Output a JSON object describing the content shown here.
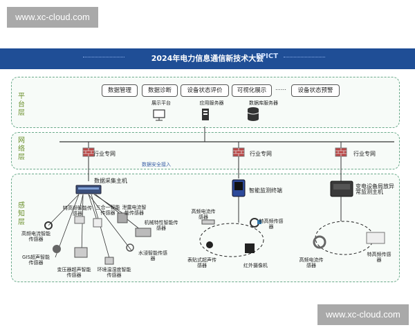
{
  "watermarks": {
    "top": "www.xc-cloud.com",
    "bottom": "www.xc-cloud.com"
  },
  "banner": {
    "title": "2024年电力信息通信新技术大会",
    "logo": "EPICT"
  },
  "layers": {
    "platform": "平台层",
    "network": "网络层",
    "perception": "感知层"
  },
  "platform": {
    "functions": [
      "数据管理",
      "数据诊断",
      "设备状态评价",
      "可视化展示",
      "……",
      "设备状态预警"
    ],
    "servers": [
      "展示平台",
      "应用服务器",
      "数据库服务器"
    ]
  },
  "network": {
    "links": [
      "行业专网",
      "行业专网",
      "行业专网"
    ],
    "security": "数据安全接入"
  },
  "perception": {
    "host1": "数据采集主机",
    "host2": "智能监测终端",
    "host3": "变电设备局放异常监测主机",
    "sensors": {
      "s1": "特高频智能传感器",
      "s2": "三合一智能传感器",
      "s3": "泄露电流智能传感器",
      "s4": "高频电流智能传感器",
      "s5": "机械特性智能传感器",
      "s6": "GIS超声智能传感器",
      "s7": "水浸智能传感器",
      "s8": "变压器超声智能传感器",
      "s9": "环境温湿度智能传感器",
      "s10": "高频电流传感器",
      "s11": "特高频传感器",
      "s12": "表贴式超声传感器",
      "s13": "红外摄像机",
      "s14": "高频电流传感器",
      "s15": "特高频传感器"
    }
  }
}
